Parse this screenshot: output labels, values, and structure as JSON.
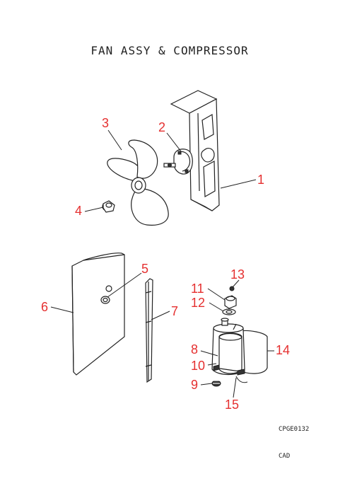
{
  "title": "FAN ASSY & COMPRESSOR",
  "doc_code": "CPGE0132",
  "footer_label": "CAD",
  "callouts": {
    "c1": "1",
    "c2": "2",
    "c3": "3",
    "c4": "4",
    "c5": "5",
    "c6": "6",
    "c7": "7",
    "c8": "8",
    "c9": "9",
    "c10": "10",
    "c11": "11",
    "c12": "12",
    "c13": "13",
    "c14": "14",
    "c15": "15"
  },
  "colors": {
    "callout": "#e53030",
    "line": "#222222",
    "background": "#ffffff"
  }
}
